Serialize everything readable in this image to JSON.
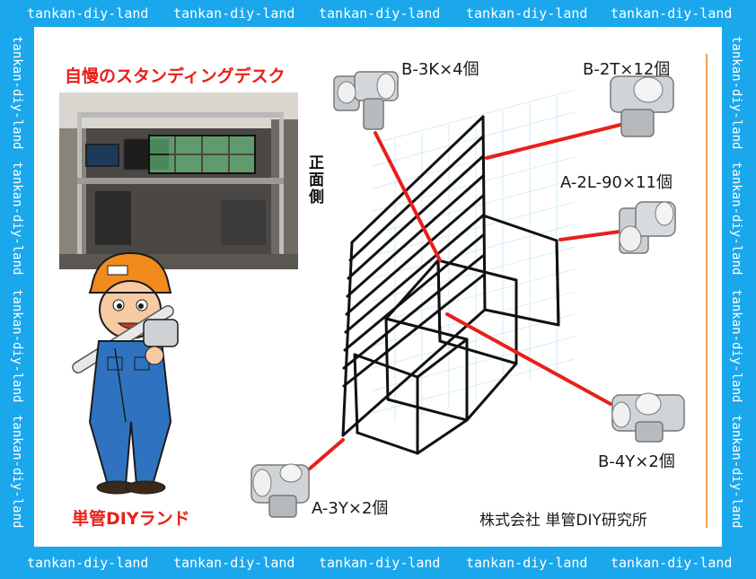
{
  "watermark": "tankan-diy-land",
  "photo_title": "自慢のスタンディングデスク",
  "side_label": "正面側",
  "brand": "単管DIYランド",
  "company": "株式会社 単管DIY研究所",
  "parts": {
    "b3k": "B-3K×4個",
    "b2t": "B-2T×12個",
    "a2l": "A-2L-90×11個",
    "b4y": "B-4Y×2個",
    "a3y": "A-3Y×2個"
  },
  "colors": {
    "frame": "#1aa7ec",
    "accent": "#e8201a",
    "divider": "#e0871b",
    "pipe": "#111111",
    "grid": "#8fd3ee"
  }
}
